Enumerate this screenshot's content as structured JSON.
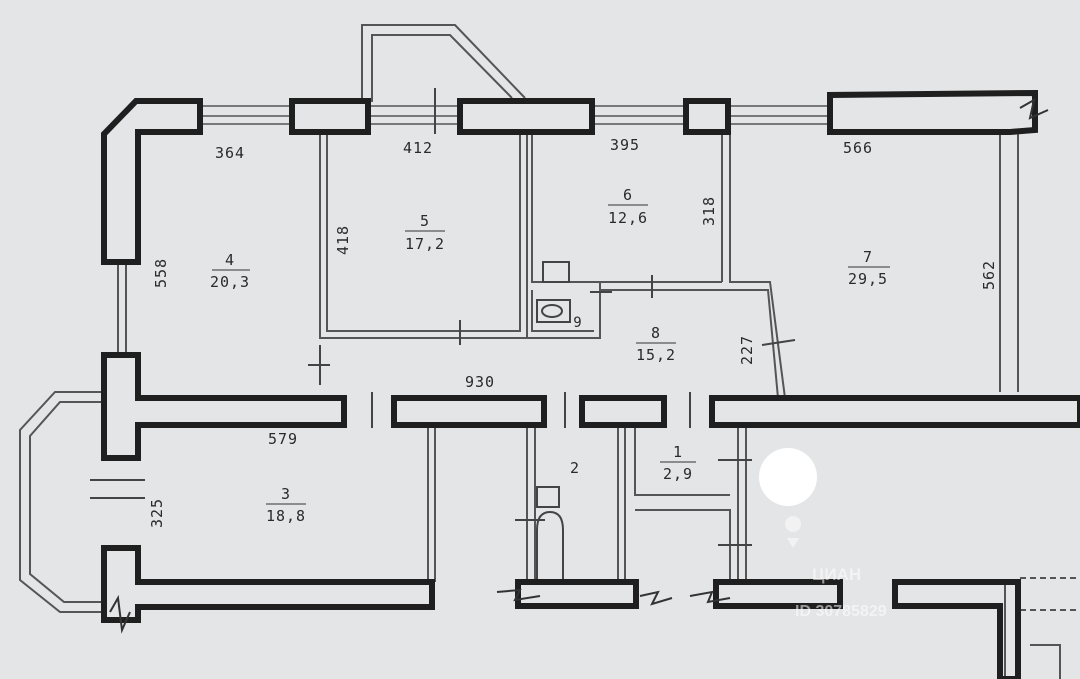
{
  "rooms": [
    {
      "number": "1",
      "area": "2,9"
    },
    {
      "number": "2",
      "area": ""
    },
    {
      "number": "3",
      "area": "18,8"
    },
    {
      "number": "4",
      "area": "20,3"
    },
    {
      "number": "5",
      "area": "17,2"
    },
    {
      "number": "6",
      "area": "12,6"
    },
    {
      "number": "7",
      "area": "29,5"
    },
    {
      "number": "8",
      "area": "15,2"
    },
    {
      "number": "9",
      "area": ""
    }
  ],
  "dimensions": {
    "d364": "364",
    "d412": "412",
    "d395": "395",
    "d566": "566",
    "d558": "558",
    "d418": "418",
    "d318": "318",
    "d562": "562",
    "d227": "227",
    "d930": "930",
    "d579": "579",
    "d325": "325"
  },
  "watermark": {
    "brand": "ЦИАН",
    "id": "ID 30785829"
  },
  "colors": {
    "paper": "#e4e5e6",
    "wall": "#1f1f1f",
    "line": "#555555",
    "marker": "#ffffff"
  }
}
